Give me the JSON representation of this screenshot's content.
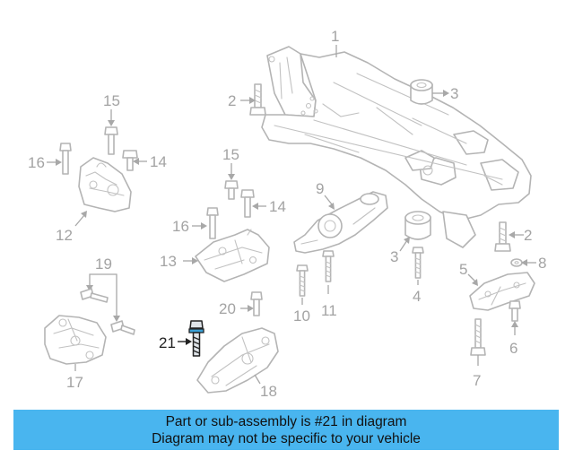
{
  "diagram": {
    "callouts": {
      "c1": "1",
      "c2a": "2",
      "c2b": "2",
      "c3a": "3",
      "c3b": "3",
      "c4": "4",
      "c5": "5",
      "c6": "6",
      "c7": "7",
      "c8": "8",
      "c9": "9",
      "c10": "10",
      "c11": "11",
      "c12": "12",
      "c13": "13",
      "c14a": "14",
      "c14b": "14",
      "c15a": "15",
      "c15b": "15",
      "c16a": "16",
      "c16b": "16",
      "c17": "17",
      "c18": "18",
      "c19": "19",
      "c20": "20",
      "c21": "21"
    },
    "highlighted_part": "21",
    "highlight_color": "#3aa0d6"
  },
  "banner": {
    "line1": "Part or sub-assembly is #21 in diagram",
    "line2": "Diagram may not be specific to your vehicle",
    "background": "#49b5ef"
  }
}
